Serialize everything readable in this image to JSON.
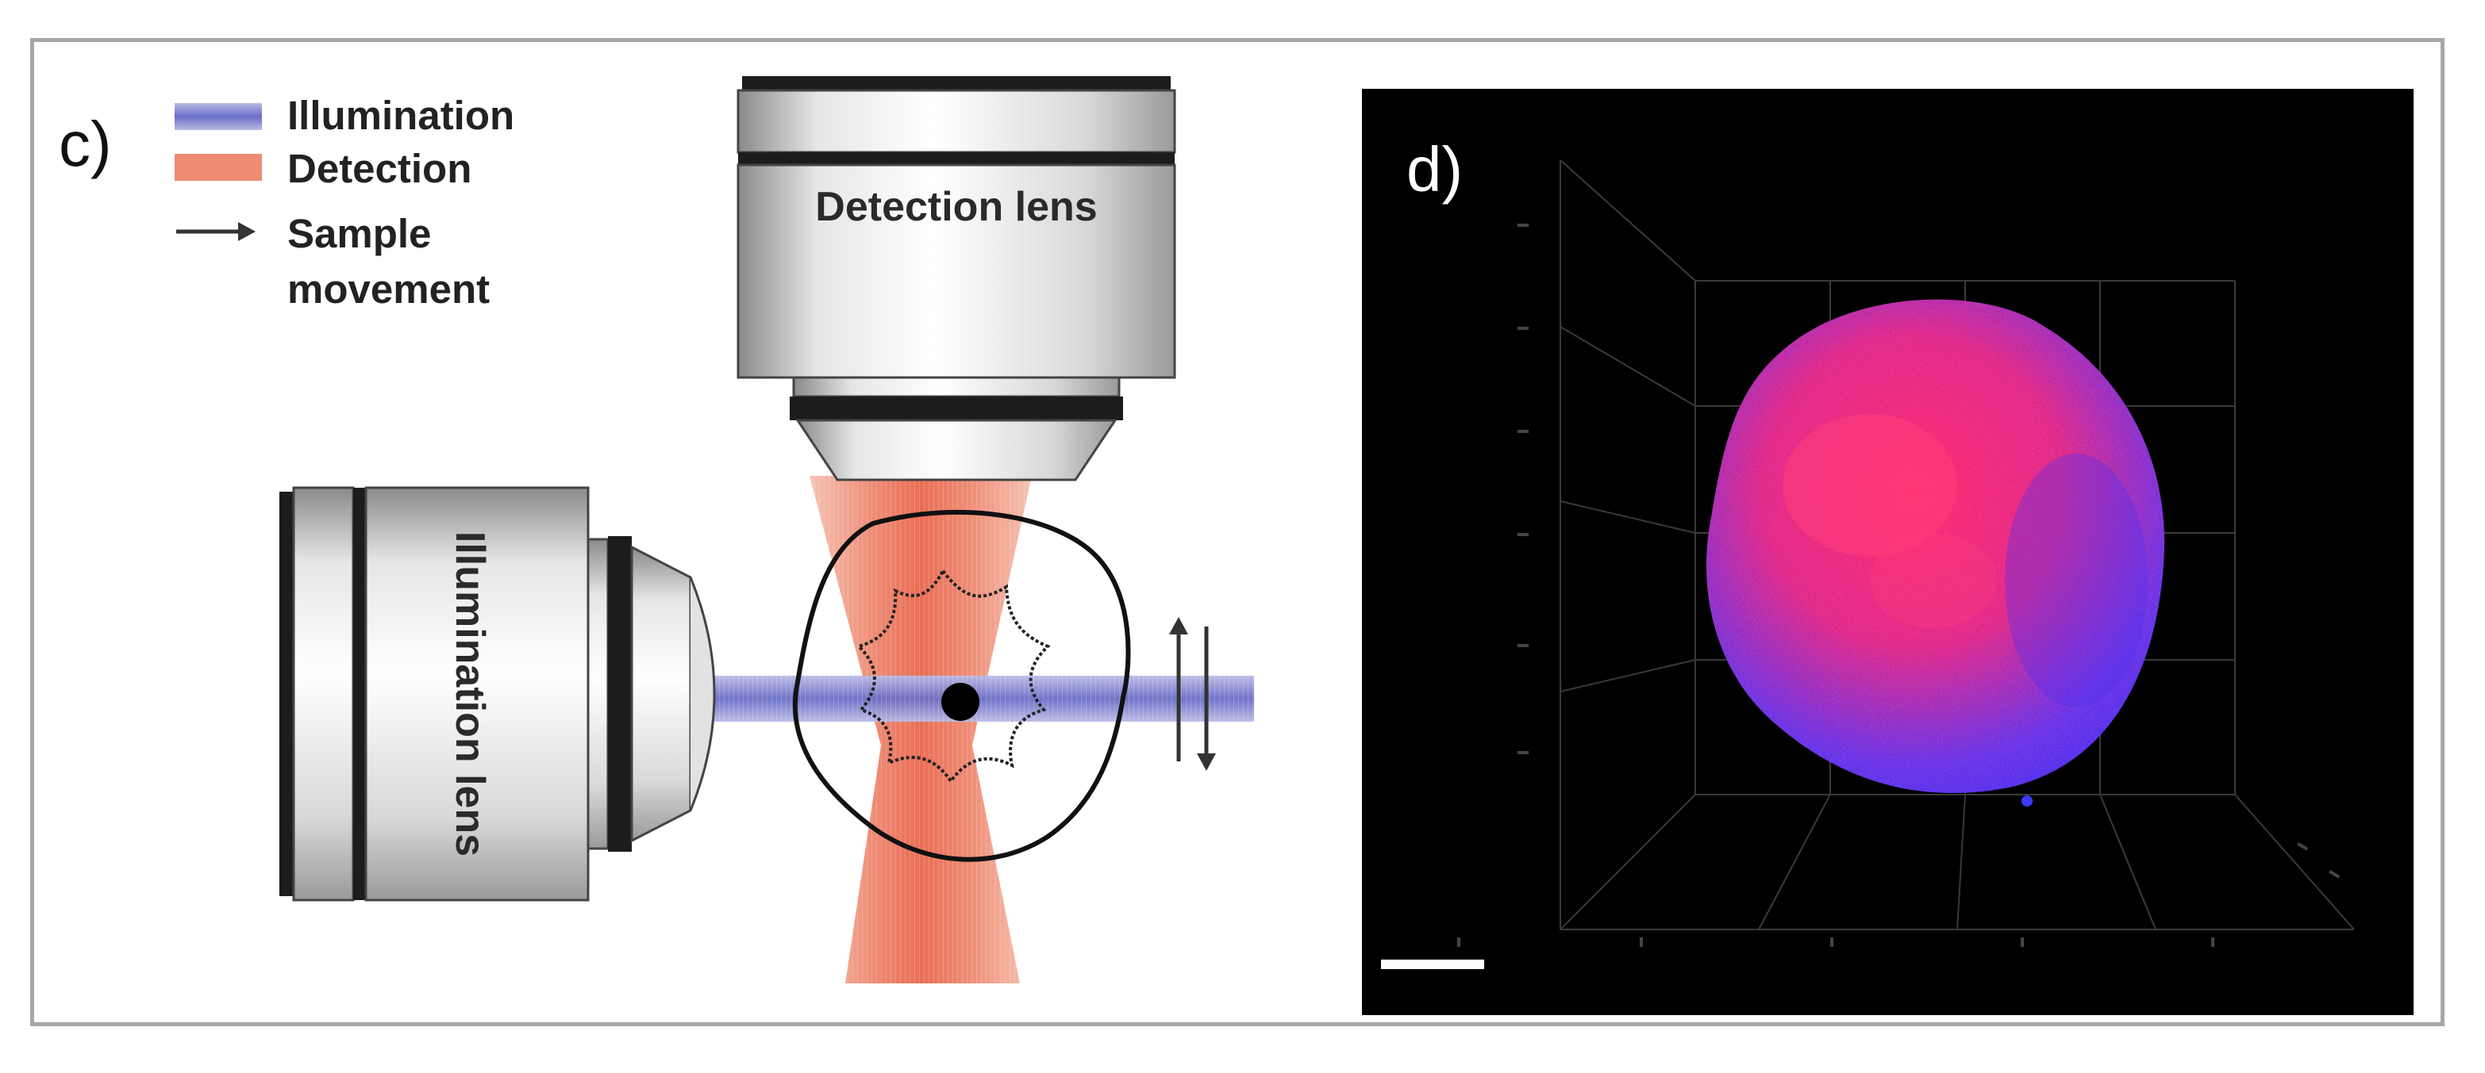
{
  "panels": {
    "left_label": "c)",
    "right_label": "d)"
  },
  "legend": {
    "illumination": "Illumination",
    "detection": "Detection",
    "sample_movement_line1": "Sample",
    "sample_movement_line2": "movement"
  },
  "lenses": {
    "detection": "Detection lens",
    "illumination": "Illumination lens"
  },
  "colors": {
    "illumination": "#5b5fc2",
    "detection": "#ef7f6a",
    "sample_red": "#ff2e7a",
    "sample_blue": "#5a3cff",
    "frame": "#a8a6aa",
    "background_3d": "#000000"
  }
}
